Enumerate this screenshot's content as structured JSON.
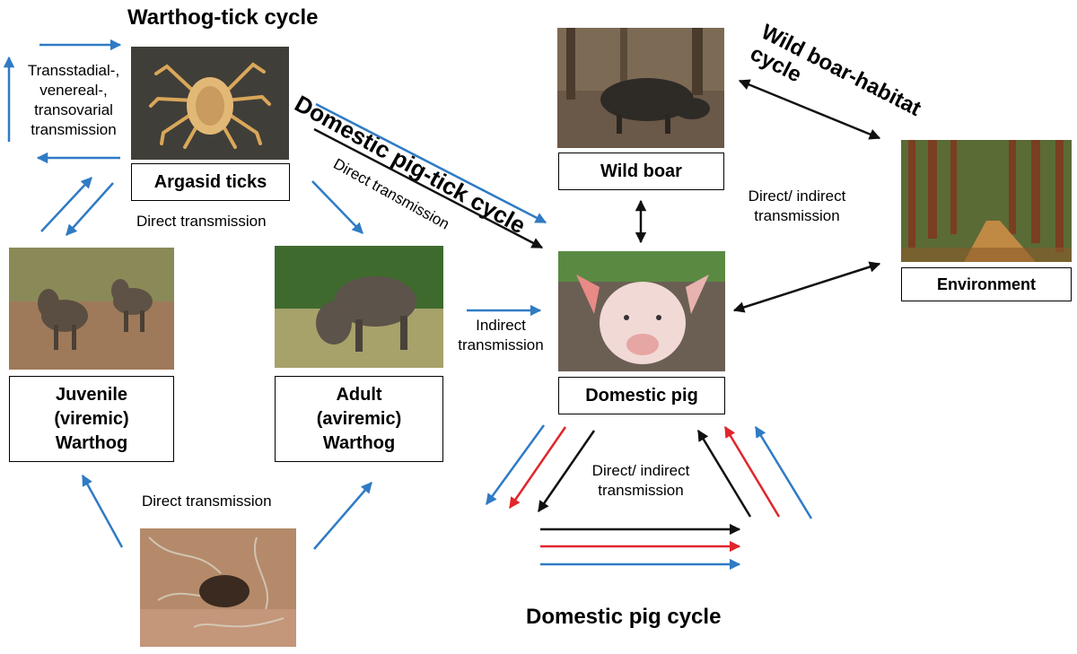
{
  "titles": {
    "warthog_tick_cycle": "Warthog-tick cycle",
    "domestic_pig_tick_cycle": "Domestic pig-tick cycle",
    "wild_boar_habitat_cycle_line1": "Wild boar-habitat",
    "wild_boar_habitat_cycle_line2": "cycle",
    "domestic_pig_cycle": "Domestic pig cycle"
  },
  "boxes": {
    "argasid_ticks": "Argasid ticks",
    "wild_boar": "Wild boar",
    "environment": "Environment",
    "domestic_pig": "Domestic pig",
    "juvenile_line1": "Juvenile",
    "juvenile_line2": "(viremic)",
    "juvenile_line3": "Warthog",
    "adult_line1": "Adult",
    "adult_line2": "(aviremic)",
    "adult_line3": "Warthog"
  },
  "labels": {
    "transmission_modes_line1": "Transstadial-,",
    "transmission_modes_line2": "venereal-,",
    "transmission_modes_line3": "transovarial",
    "transmission_modes_line4": "transmission",
    "direct_transmission_ticks": "Direct transmission",
    "direct_transmission_diagonal": "Direct transmission",
    "direct_indirect_wildboar_line1": "Direct/ indirect",
    "direct_indirect_wildboar_line2": "transmission",
    "indirect_line1": "Indirect",
    "indirect_line2": "transmission",
    "direct_indirect_pig_line1": "Direct/ indirect",
    "direct_indirect_pig_line2": "transmission",
    "direct_transmission_burrow": "Direct transmission"
  },
  "colors": {
    "blue_arrow": "#2f7bc4",
    "red_arrow": "#e0262b",
    "black_arrow": "#111111"
  }
}
